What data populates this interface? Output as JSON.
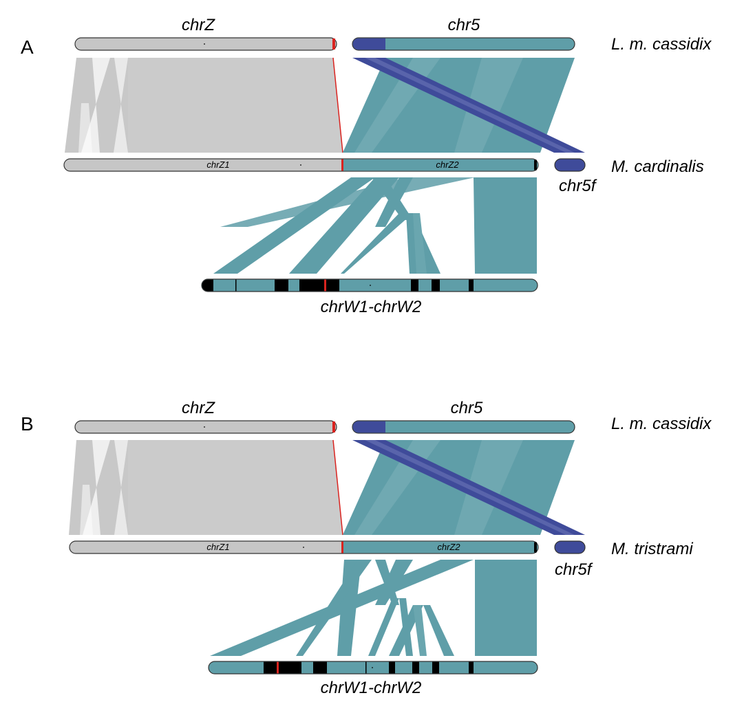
{
  "colors": {
    "grey": "#c6c6c6",
    "grey_fill": "#c8c8c8",
    "teal": "#5f9ea8",
    "blue": "#3f4b9a",
    "red": "#d9231f",
    "black": "#000000"
  },
  "panels": [
    {
      "letter": "A",
      "top": {
        "chrZ_label": "chrZ",
        "chr5_label": "chr5",
        "species": "L. m. cassidix"
      },
      "middle": {
        "z1_label": "chrZ1",
        "z2_label": "chrZ2",
        "species": "M. cardinalis",
        "chr5f_label": "chr5f"
      },
      "bottom": {
        "label": "chrW1-chrW2"
      }
    },
    {
      "letter": "B",
      "top": {
        "chrZ_label": "chrZ",
        "chr5_label": "chr5",
        "species": "L. m. cassidix"
      },
      "middle": {
        "z1_label": "chrZ1",
        "z2_label": "chrZ2",
        "species": "M. tristrami",
        "chr5f_label": "chr5f"
      },
      "bottom": {
        "label": "chrW1-chrW2"
      }
    }
  ]
}
